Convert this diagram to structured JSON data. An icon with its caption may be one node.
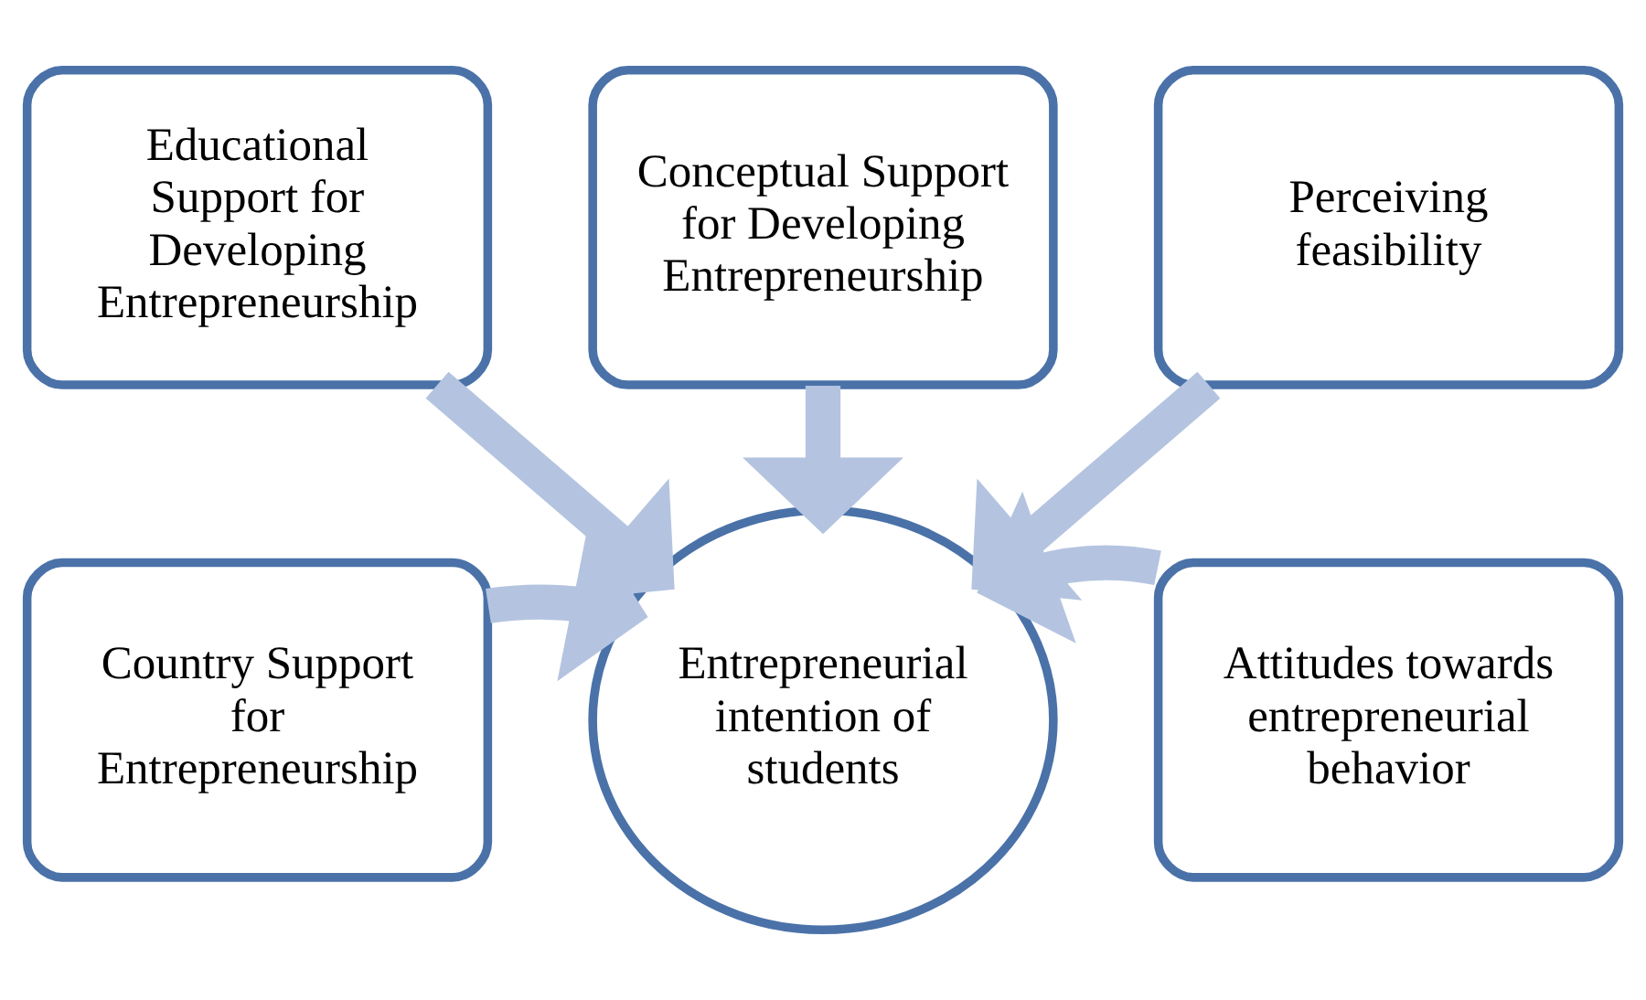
{
  "diagram": {
    "nodes": [
      {
        "text": [
          "Conceptual Support for Developing Entrepreneurship"
        ]
      },
      {
        "text": [
          "Educational Support for Developing Entrepreneurship"
        ]
      },
      {
        "text": [
          "Perceiving feasibility"
        ]
      },
      {
        "text": [
          "Country Support for Entrepreneurship"
        ]
      },
      {
        "text": [
          "Entrepreneurial intention of students"
        ]
      },
      {
        "text": [
          "Attitudes towards entrepreneurial behavior"
        ]
      }
    ],
    "edges": [
      {
        "from": 0,
        "to": 4,
        "arrow": "to"
      },
      {
        "from": 1,
        "to": 4,
        "arrow": "to"
      },
      {
        "from": 2,
        "to": 4,
        "arrow": "to"
      },
      {
        "from": 3,
        "to": 4,
        "arrow": "to"
      },
      {
        "from": 5,
        "to": 4,
        "arrow": "to"
      }
    ]
  }
}
